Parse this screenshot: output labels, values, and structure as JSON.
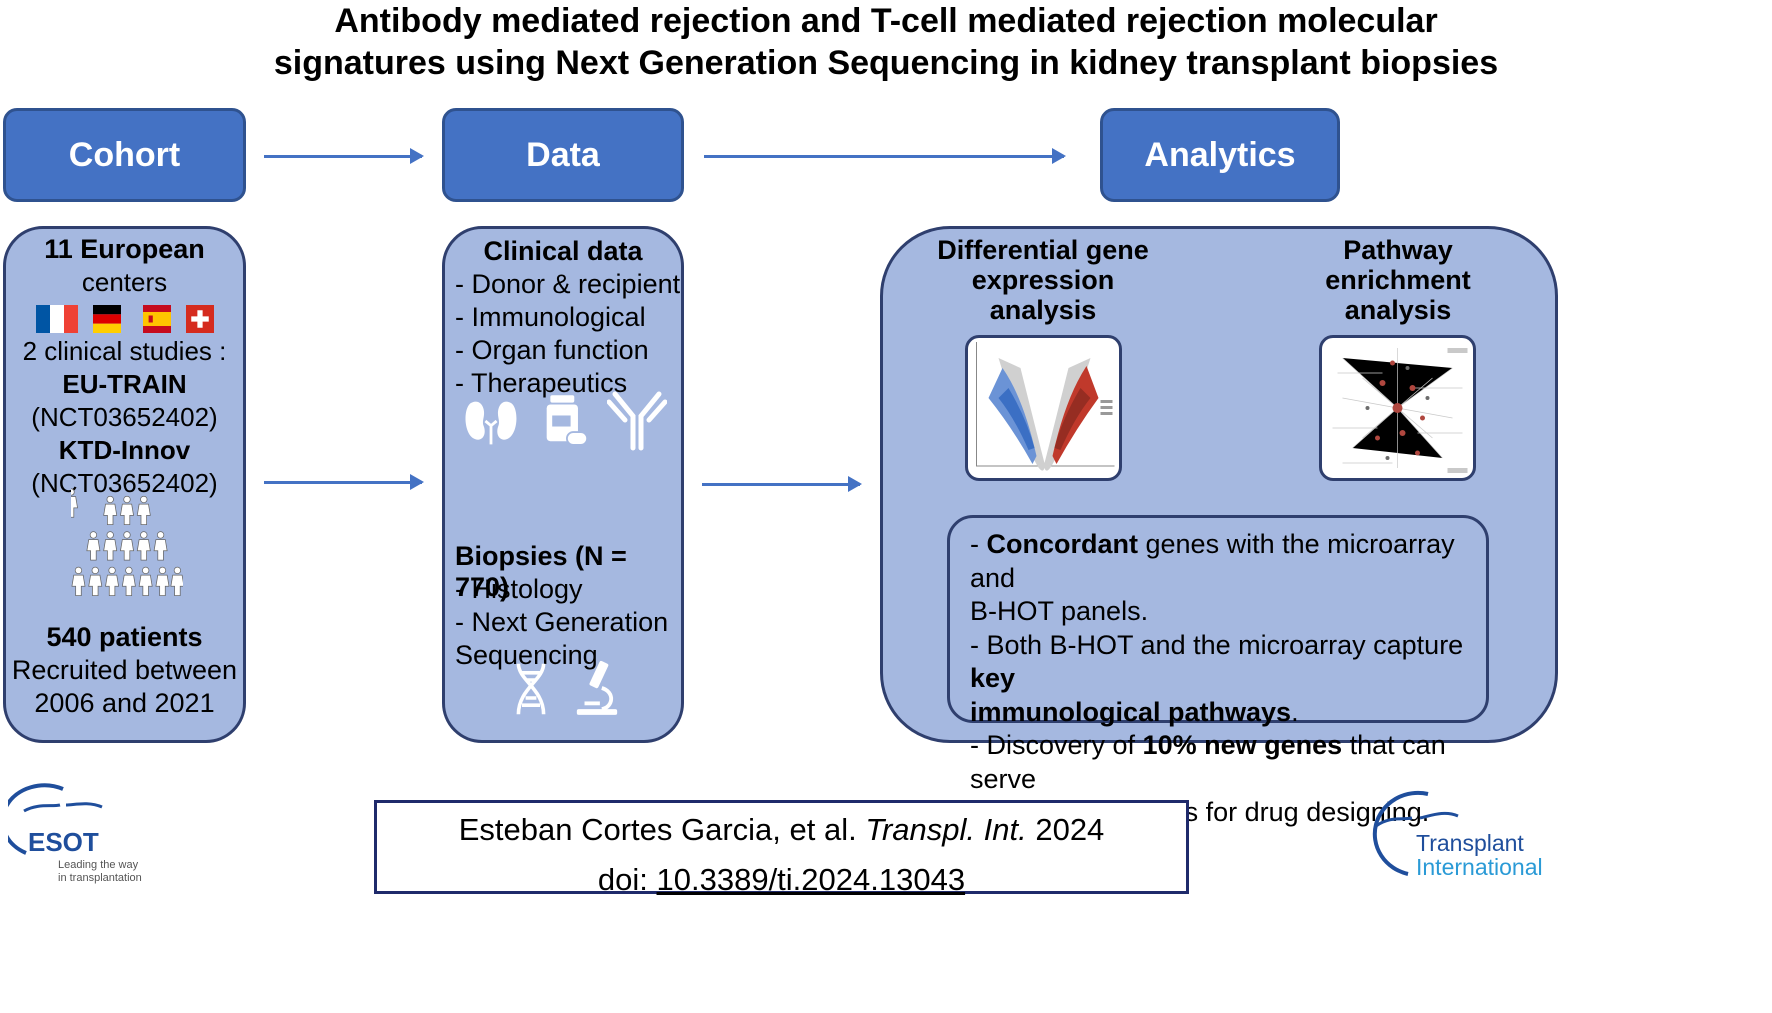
{
  "title": {
    "line1": "Antibody mediated rejection and T-cell mediated rejection molecular",
    "line2": "signatures using Next Generation Sequencing in kidney transplant biopsies"
  },
  "headers": {
    "cohort": "Cohort",
    "data": "Data",
    "analytics": "Analytics"
  },
  "cohort": {
    "centers_count": "11 European",
    "centers_label": "centers",
    "studies": "2 clinical studies :",
    "study1_name": "EU-TRAIN",
    "study1_id": "(NCT03652402)",
    "study2_name": "KTD-Innov",
    "study2_id": "(NCT03652402)",
    "patients": "540 patients",
    "recruited_line1": "Recruited between",
    "recruited_line2": "2006 and 2021"
  },
  "data_panel": {
    "clinical_title": "Clinical data",
    "clinical_items": [
      "- Donor & recipient",
      "- Immunological",
      "- Organ function",
      "- Therapeutics"
    ],
    "biopsies_title": "Biopsies (N = 770)",
    "biopsy_items": [
      "- Histology",
      "- Next Generation",
      "Sequencing"
    ]
  },
  "analytics": {
    "dge_line1": "Differential gene",
    "dge_line2": "expression",
    "dge_line3": "analysis",
    "pea_line1": "Pathway",
    "pea_line2": "enrichment",
    "pea_line3": "analysis",
    "f1_bold": "Concordant",
    "f1_rest": " genes with the microarray and",
    "f1_line2": "B-HOT panels.",
    "f2_pre": "- Both B-HOT and the microarray capture ",
    "f2_bold1": "key",
    "f2_bold2": "immunological pathways",
    "f2_post": ".",
    "f3_pre": "- Discovery of ",
    "f3_bold": "10% new genes",
    "f3_rest": " that can serve",
    "f3_line2": "as potential targets for drug designing."
  },
  "citation": {
    "authors": "Esteban Cortes Garcia, et al. ",
    "journal": "Transpl. Int.",
    "year": " 2024",
    "doi_label": "doi: ",
    "doi": "10.3389/ti.2024.13043"
  },
  "logos": {
    "esot_name": "ESOT",
    "esot_tag1": "Leading the way",
    "esot_tag2": "in transplantation",
    "ti_line1": "Transplant",
    "ti_line2": "International"
  },
  "colors": {
    "header_fill": "#4472c4",
    "panel_fill": "#a5b8e0",
    "arrow": "#4472c4",
    "border": "#2f3f6e"
  }
}
